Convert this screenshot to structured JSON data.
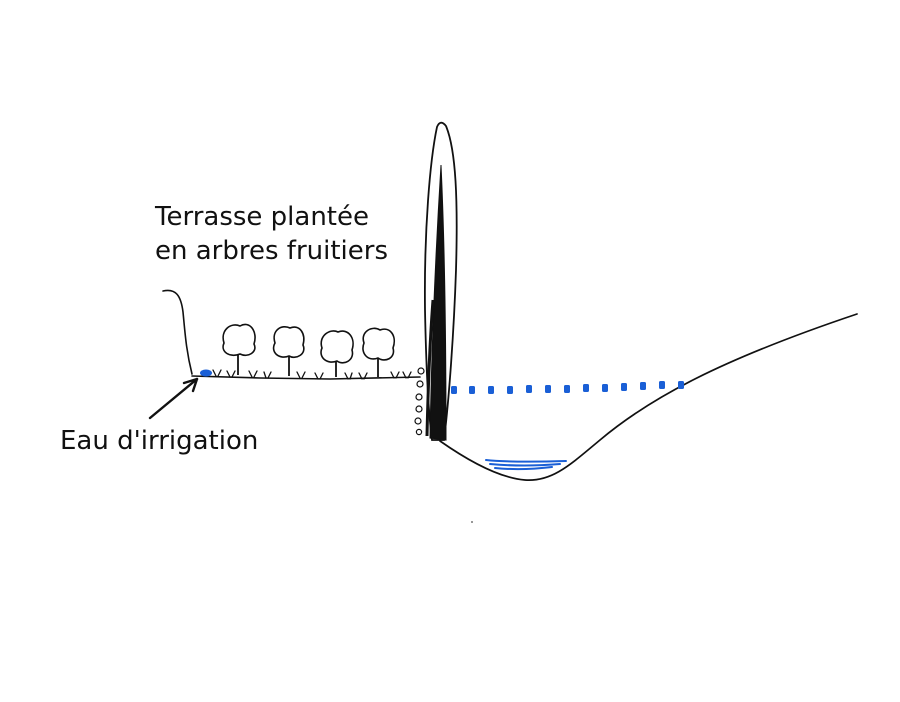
{
  "labels": {
    "terrace_line1": "Terrasse plantée",
    "terrace_line2": "en arbres fruitiers",
    "irrigation": "Eau d'irrigation"
  },
  "colors": {
    "ink": "#111111",
    "water": "#1a5fd6",
    "paper": "#ffffff"
  },
  "icons": {
    "tree": "fruit-tree-icon",
    "cypress": "cypress-icon",
    "arrow": "arrow-icon"
  }
}
